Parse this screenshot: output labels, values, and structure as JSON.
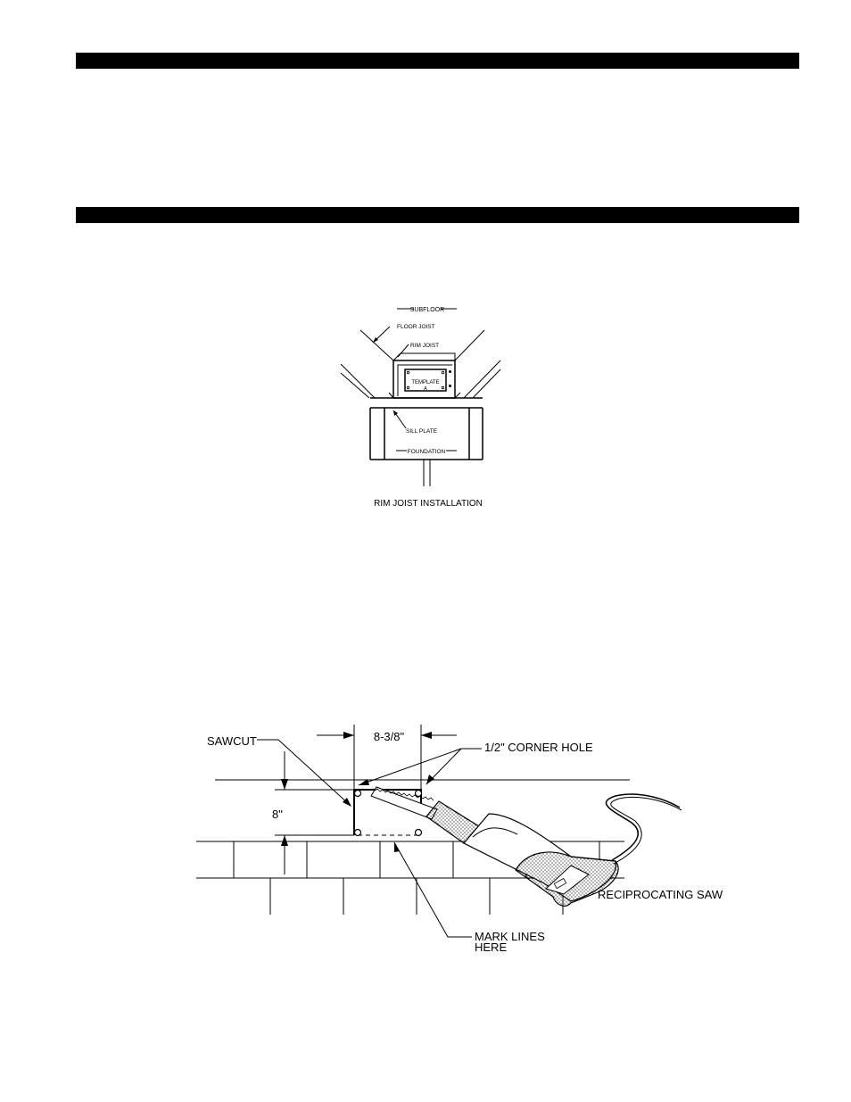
{
  "figure1": {
    "subfloor": "SUBFLOOR",
    "floor_joist": "FLOOR JOIST",
    "rim_joist": "RIM JOIST",
    "template_line1": "TEMPLATE",
    "template_line2": "A",
    "sill_plate": "SILL PLATE",
    "foundation": "FOUNDATION",
    "caption": "RIM JOIST INSTALLATION"
  },
  "figure2": {
    "sawcut": "SAWCUT",
    "width_dim": "8-3/8\"",
    "corner_hole": "1/2\"  CORNER HOLE",
    "height_dim": "8\"",
    "mark_lines_1": "MARK  LINES",
    "mark_lines_2": "HERE",
    "saw_label": "RECIPROCATING  SAW"
  }
}
